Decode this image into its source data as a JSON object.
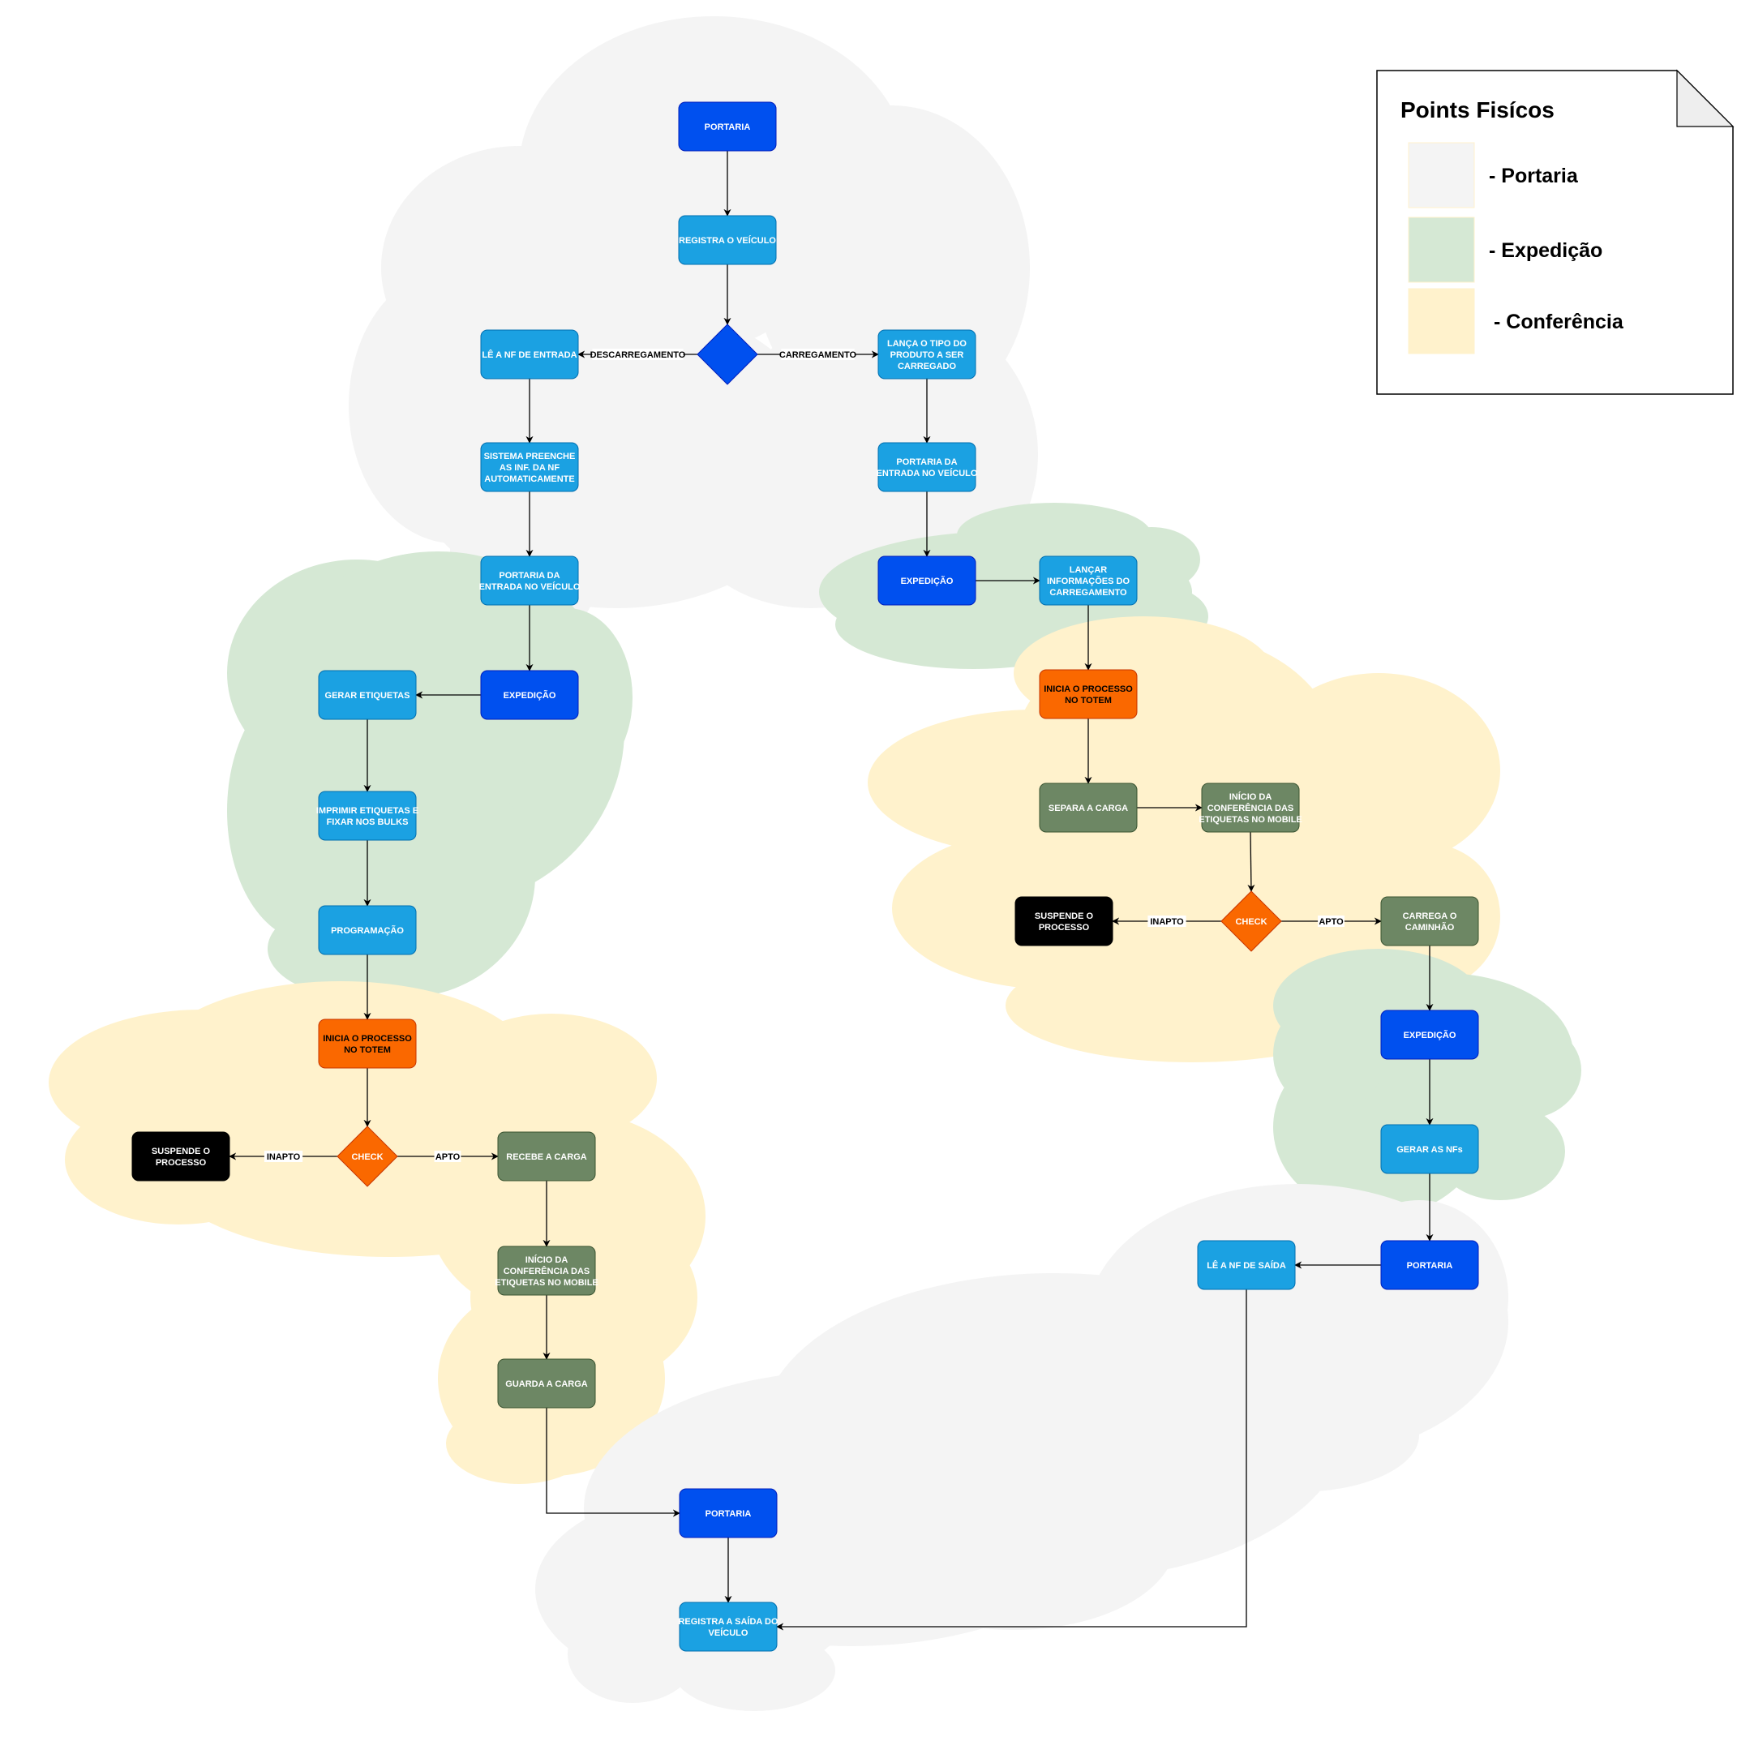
{
  "colors": {
    "process_light": {
      "fill": "#1ba1e2",
      "stroke": "#006eaf",
      "text": "#ffffff"
    },
    "process_dark": {
      "fill": "#0050ef",
      "stroke": "#001dbc",
      "text": "#ffffff"
    },
    "totem": {
      "fill": "#fa6800",
      "stroke": "#c73500",
      "text": "#000000"
    },
    "conference": {
      "fill": "#6d8764",
      "stroke": "#3a5431",
      "text": "#ffffff"
    },
    "suspend": {
      "fill": "#000000",
      "stroke": "#000000",
      "text": "#ffffff"
    },
    "check": {
      "fill": "#fa6800",
      "stroke": "#c73500",
      "text": "#ffffff"
    },
    "decision": {
      "fill": "#0050ef",
      "stroke": "#001dbc",
      "text": "#ffffff"
    },
    "zone_portaria": "#f4f4f4",
    "zone_expedicao": "#d5e8d4",
    "zone_conferencia": "#fff2cc"
  },
  "legend": {
    "title": "Points Fisícos",
    "items": [
      {
        "label": "-  Portaria",
        "zone": "zone_portaria"
      },
      {
        "label": "-  Expedição",
        "zone": "zone_expedicao"
      },
      {
        "label": "-  Conferência",
        "zone": "zone_conferencia"
      }
    ]
  },
  "nodes": [
    {
      "id": "portaria_in",
      "lines": [
        "PORTARIA"
      ],
      "style": "process_dark"
    },
    {
      "id": "registra_veiculo",
      "lines": [
        "REGISTRA O VEÍCULO"
      ],
      "style": "process_light"
    },
    {
      "id": "tipo_operacao",
      "lines": [
        ""
      ],
      "style": "decision",
      "shape": "diamond"
    },
    {
      "id": "le_nf_entrada",
      "lines": [
        "LÊ A NF DE ENTRADA"
      ],
      "style": "process_light"
    },
    {
      "id": "sistema_preenche",
      "lines": [
        "SISTEMA PREENCHE",
        "AS INF. DA NF",
        "AUTOMATICAMENTE"
      ],
      "style": "process_light"
    },
    {
      "id": "portaria_entrada_l",
      "lines": [
        "PORTARIA DA",
        "ENTRADA NO VEÍCULO"
      ],
      "style": "process_light"
    },
    {
      "id": "expedicao_l",
      "lines": [
        "EXPEDIÇÃO"
      ],
      "style": "process_dark"
    },
    {
      "id": "gerar_etiquetas",
      "lines": [
        "GERAR ETIQUETAS"
      ],
      "style": "process_light"
    },
    {
      "id": "imprimir_etiquetas",
      "lines": [
        "IMPRIMIR ETIQUETAS E",
        "FIXAR NOS BULKS"
      ],
      "style": "process_light"
    },
    {
      "id": "programacao",
      "lines": [
        "PROGRAMAÇÃO"
      ],
      "style": "process_light"
    },
    {
      "id": "totem_l",
      "lines": [
        "INICIA O PROCESSO",
        "NO TOTEM"
      ],
      "style": "totem"
    },
    {
      "id": "check_l",
      "lines": [
        "CHECK"
      ],
      "style": "check",
      "shape": "diamond"
    },
    {
      "id": "suspende_l",
      "lines": [
        "SUSPENDE O",
        "PROCESSO"
      ],
      "style": "suspend"
    },
    {
      "id": "recebe_carga",
      "lines": [
        "RECEBE A CARGA"
      ],
      "style": "conference"
    },
    {
      "id": "conferencia_l",
      "lines": [
        "INÍCIO DA",
        "CONFERÊNCIA DAS",
        "ETIQUETAS NO MOBILE"
      ],
      "style": "conference"
    },
    {
      "id": "guarda_carga",
      "lines": [
        "GUARDA A CARGA"
      ],
      "style": "conference"
    },
    {
      "id": "lanca_tipo",
      "lines": [
        "LANÇA O TIPO DO",
        "PRODUTO A SER",
        "CARREGADO"
      ],
      "style": "process_light"
    },
    {
      "id": "portaria_entrada_r",
      "lines": [
        "PORTARIA DA",
        "ENTRADA NO VEÍCULO"
      ],
      "style": "process_light"
    },
    {
      "id": "expedicao_r",
      "lines": [
        "EXPEDIÇÃO"
      ],
      "style": "process_dark"
    },
    {
      "id": "lancar_info",
      "lines": [
        "LANÇAR",
        "INFORMAÇÕES DO",
        "CARREGAMENTO"
      ],
      "style": "process_light"
    },
    {
      "id": "totem_r",
      "lines": [
        "INICIA O PROCESSO",
        "NO TOTEM"
      ],
      "style": "totem"
    },
    {
      "id": "separa_carga",
      "lines": [
        "SEPARA A CARGA"
      ],
      "style": "conference"
    },
    {
      "id": "conferencia_r",
      "lines": [
        "INÍCIO DA",
        "CONFERÊNCIA DAS",
        "ETIQUETAS NO MOBILE"
      ],
      "style": "conference"
    },
    {
      "id": "check_r",
      "lines": [
        "CHECK"
      ],
      "style": "check",
      "shape": "diamond"
    },
    {
      "id": "suspende_r",
      "lines": [
        "SUSPENDE O",
        "PROCESSO"
      ],
      "style": "suspend"
    },
    {
      "id": "carrega_caminhao",
      "lines": [
        "CARREGA O",
        "CAMINHÃO"
      ],
      "style": "conference"
    },
    {
      "id": "expedicao_r2",
      "lines": [
        "EXPEDIÇÃO"
      ],
      "style": "process_dark"
    },
    {
      "id": "gerar_nfs",
      "lines": [
        "GERAR AS NFs"
      ],
      "style": "process_light"
    },
    {
      "id": "portaria_r2",
      "lines": [
        "PORTARIA"
      ],
      "style": "process_dark"
    },
    {
      "id": "le_nf_saida",
      "lines": [
        "LÊ A NF DE SAÍDA"
      ],
      "style": "process_light"
    },
    {
      "id": "portaria_out",
      "lines": [
        "PORTARIA"
      ],
      "style": "process_dark"
    },
    {
      "id": "registra_saida",
      "lines": [
        "REGISTRA A SAÍDA DO",
        "VEÍCULO"
      ],
      "style": "process_light"
    }
  ],
  "edges": [
    {
      "from": "portaria_in",
      "to": "registra_veiculo"
    },
    {
      "from": "registra_veiculo",
      "to": "tipo_operacao"
    },
    {
      "from": "tipo_operacao",
      "to": "le_nf_entrada",
      "label": "DESCARREGAMENTO"
    },
    {
      "from": "tipo_operacao",
      "to": "lanca_tipo",
      "label": "CARREGAMENTO"
    },
    {
      "from": "le_nf_entrada",
      "to": "sistema_preenche"
    },
    {
      "from": "sistema_preenche",
      "to": "portaria_entrada_l"
    },
    {
      "from": "portaria_entrada_l",
      "to": "expedicao_l"
    },
    {
      "from": "expedicao_l",
      "to": "gerar_etiquetas"
    },
    {
      "from": "gerar_etiquetas",
      "to": "imprimir_etiquetas"
    },
    {
      "from": "imprimir_etiquetas",
      "to": "programacao"
    },
    {
      "from": "programacao",
      "to": "totem_l"
    },
    {
      "from": "totem_l",
      "to": "check_l"
    },
    {
      "from": "check_l",
      "to": "suspende_l",
      "label": "INAPTO"
    },
    {
      "from": "check_l",
      "to": "recebe_carga",
      "label": "APTO"
    },
    {
      "from": "recebe_carga",
      "to": "conferencia_l"
    },
    {
      "from": "conferencia_l",
      "to": "guarda_carga"
    },
    {
      "from": "guarda_carga",
      "to": "portaria_out"
    },
    {
      "from": "lanca_tipo",
      "to": "portaria_entrada_r"
    },
    {
      "from": "portaria_entrada_r",
      "to": "expedicao_r"
    },
    {
      "from": "expedicao_r",
      "to": "lancar_info"
    },
    {
      "from": "lancar_info",
      "to": "totem_r"
    },
    {
      "from": "totem_r",
      "to": "separa_carga"
    },
    {
      "from": "separa_carga",
      "to": "conferencia_r"
    },
    {
      "from": "conferencia_r",
      "to": "check_r"
    },
    {
      "from": "check_r",
      "to": "suspende_r",
      "label": "INAPTO"
    },
    {
      "from": "check_r",
      "to": "carrega_caminhao",
      "label": "APTO"
    },
    {
      "from": "carrega_caminhao",
      "to": "expedicao_r2"
    },
    {
      "from": "expedicao_r2",
      "to": "gerar_nfs"
    },
    {
      "from": "gerar_nfs",
      "to": "portaria_r2"
    },
    {
      "from": "portaria_r2",
      "to": "le_nf_saida"
    },
    {
      "from": "le_nf_saida",
      "to": "registra_saida"
    },
    {
      "from": "portaria_out",
      "to": "registra_saida"
    }
  ],
  "zones": [
    {
      "id": "zone-portaria-top",
      "zone": "zone_portaria"
    },
    {
      "id": "zone-expedicao-left",
      "zone": "zone_expedicao"
    },
    {
      "id": "zone-conferencia-left",
      "zone": "zone_conferencia"
    },
    {
      "id": "zone-expedicao-right",
      "zone": "zone_expedicao"
    },
    {
      "id": "zone-conferencia-right",
      "zone": "zone_conferencia"
    },
    {
      "id": "zone-expedicao-right-lower",
      "zone": "zone_expedicao"
    },
    {
      "id": "zone-portaria-bottom",
      "zone": "zone_portaria"
    }
  ]
}
